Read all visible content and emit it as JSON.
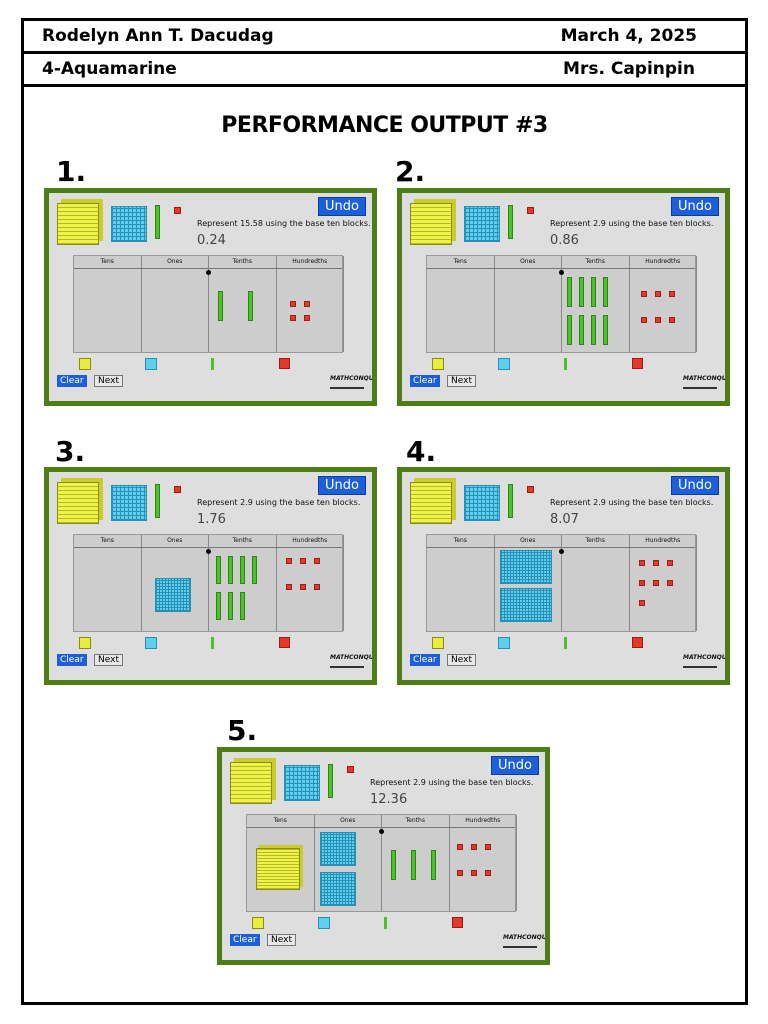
{
  "header": {
    "student": "Rodelyn Ann T. Dacudag",
    "date": "March 4, 2025",
    "section": "4-Aquamarine",
    "teacher": "Mrs. Capinpin"
  },
  "title": "PERFORMANCE OUTPUT #3",
  "app": {
    "undo": "Undo",
    "clear": "Clear",
    "next": "Next",
    "columns": [
      "Tens",
      "Ones",
      "Tenths",
      "Hundredths"
    ],
    "logo": "MATHCONQUEST"
  },
  "outputs": [
    {
      "number": "1.",
      "prompt": "Represent 15.58 using the base ten blocks.",
      "value": "0.24"
    },
    {
      "number": "2.",
      "prompt": "Represent 2.9 using the base ten blocks.",
      "value": "0.86"
    },
    {
      "number": "3.",
      "prompt": "Represent 2.9 using the base ten blocks.",
      "value": "1.76"
    },
    {
      "number": "4.",
      "prompt": "Represent 2.9 using the base ten blocks.",
      "value": "8.07"
    },
    {
      "number": "5.",
      "prompt": "Represent 2.9 using the base ten blocks.",
      "value": "12.36"
    }
  ]
}
